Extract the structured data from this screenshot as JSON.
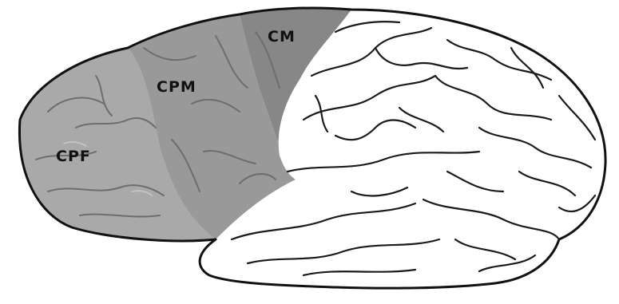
{
  "diagram": {
    "regions": [
      {
        "label": "CPF",
        "color": "#a9a9a9"
      },
      {
        "label": "CPM",
        "color": "#999999"
      },
      {
        "label": "CM",
        "color": "#878787"
      }
    ],
    "rest_of_cortex_color": "#ffffff",
    "outline_color": "#111111"
  }
}
